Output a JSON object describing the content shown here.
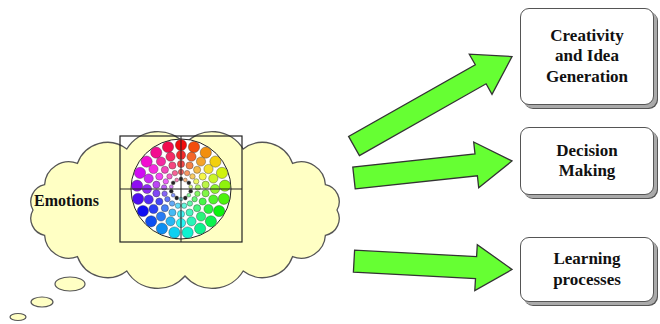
{
  "diagram": {
    "nodes": [
      {
        "text": [
          "Emotions"
        ]
      },
      {
        "text": [
          "Creativity and Idea Generation"
        ]
      },
      {
        "text": [
          "Decision Making"
        ]
      },
      {
        "text": [
          "Learning processes"
        ]
      }
    ],
    "edges": [
      {
        "from": 0,
        "to": 1,
        "arrow": "to"
      },
      {
        "from": 0,
        "to": 2,
        "arrow": "to"
      },
      {
        "from": 0,
        "to": 3,
        "arrow": "to"
      }
    ]
  }
}
